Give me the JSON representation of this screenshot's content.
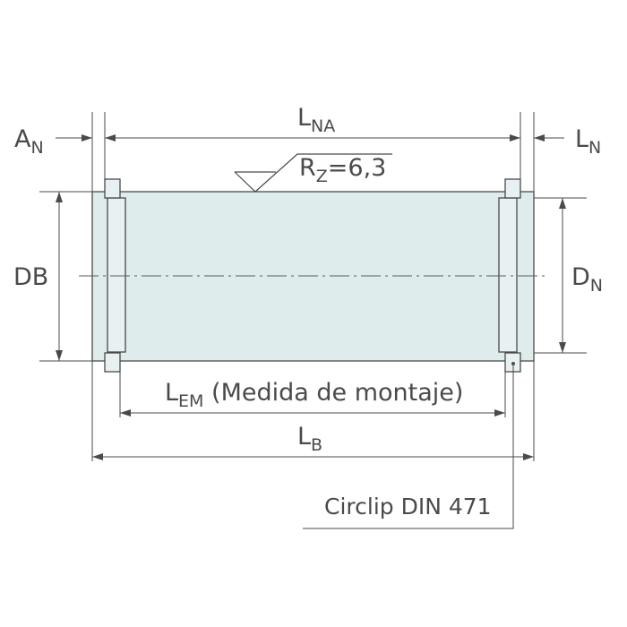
{
  "labels": {
    "a_n": {
      "main": "A",
      "sub": "N"
    },
    "l_na": {
      "main": "L",
      "sub": "NA"
    },
    "l_n": {
      "main": "L",
      "sub": "N"
    },
    "rz": {
      "main": "R",
      "sub": "Z",
      "rest": "=6,3"
    },
    "db": "DB",
    "d_n": {
      "main": "D",
      "sub": "N"
    },
    "l_em": {
      "main": "L",
      "sub": "EM",
      "rest": " (Medida de montaje)"
    },
    "l_b": {
      "main": "L",
      "sub": "B"
    },
    "circlip": "Circlip DIN 471"
  },
  "colors": {
    "line": "#4a4a4a",
    "shaft_fill": "#deecec",
    "part_fill": "#e8f1f1",
    "center_line": "#5a5a5a"
  }
}
